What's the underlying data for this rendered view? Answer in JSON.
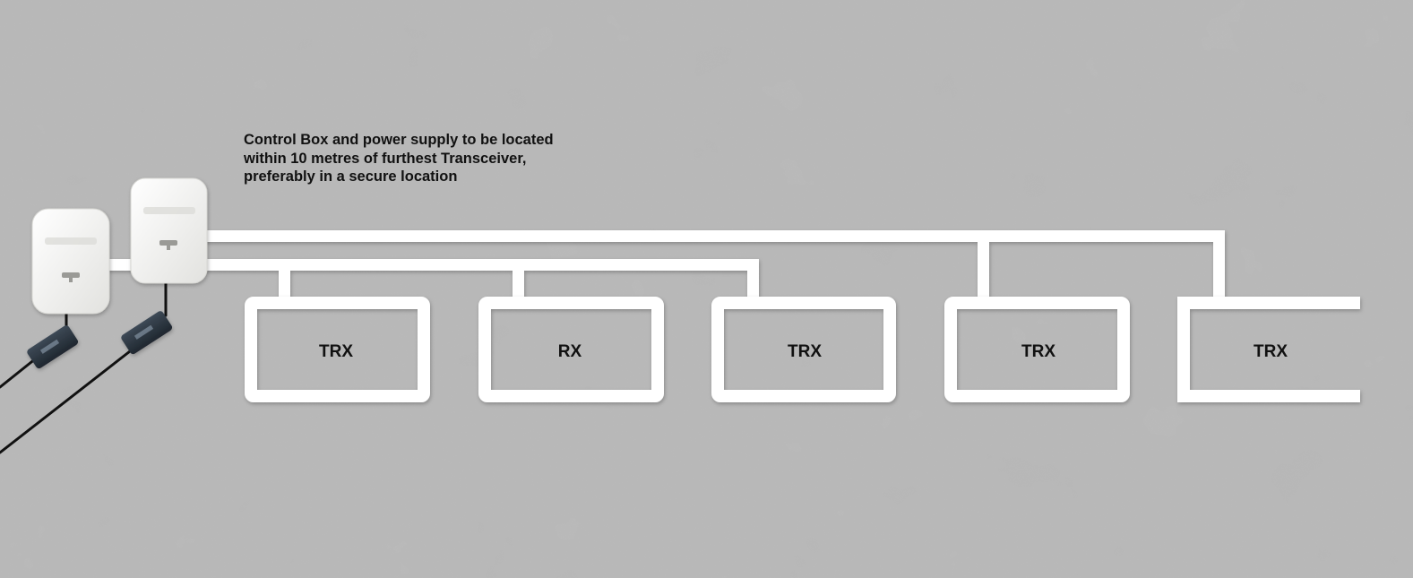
{
  "note": {
    "lines": [
      "Control Box and power supply to be located",
      "within 10 metres of furthest Transceiver,",
      "preferably in a secure location"
    ]
  },
  "units": [
    {
      "label": "TRX"
    },
    {
      "label": "RX"
    },
    {
      "label": "TRX"
    },
    {
      "label": "TRX"
    },
    {
      "label": "TRX"
    }
  ],
  "colors": {
    "background": "#b6b6b6",
    "cable": "#ffffff",
    "device_body": "#f2f2f0",
    "power_supply": "#2a3440",
    "power_cord": "#111111",
    "text": "#111111"
  },
  "icons": {
    "control_box": "control-box-icon",
    "power_supply": "power-supply-icon"
  }
}
